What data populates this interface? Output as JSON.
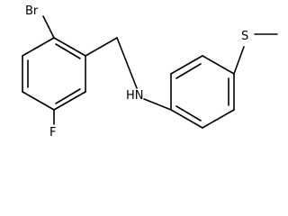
{
  "molecule": {
    "atoms": {
      "bromine": "Br",
      "fluorine": "F",
      "amine": "HN",
      "sulfur": "S"
    }
  }
}
